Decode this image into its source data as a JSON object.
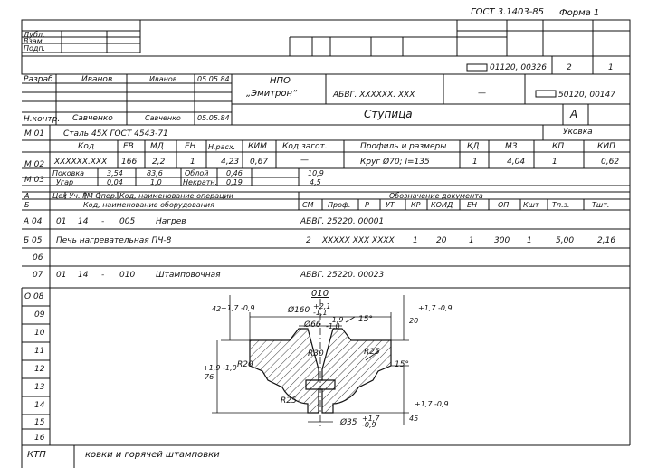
{
  "header": {
    "standard": "ГОСТ 3.1403-85",
    "form": "Форма 1"
  },
  "side_labels": [
    "Дубл.",
    "Взам.",
    "Подп."
  ],
  "doc_codes": {
    "code1": "01120, 00326",
    "sheet": "2",
    "sheets": "1",
    "code2": "50120, 00147"
  },
  "signatures": {
    "developer_label": "Разраб",
    "developer_name": "Иванов",
    "developer_sign": "Иванов",
    "developer_date": "05.05.84",
    "control_label": "Н.контр.",
    "control_name": "Савченко",
    "control_sign": "Савченко",
    "control_date": "05.05.84"
  },
  "company": {
    "line1": "НПО",
    "line2": "„Эмитрон“"
  },
  "doc_number": "АБВГ. XXXXXX. XXX",
  "dash": "—",
  "part_name": "Ступица",
  "litera": "А",
  "m01": {
    "row": "М 01",
    "material": "Сталь 45Х  ГОСТ 4543-71",
    "pack": "Уковка"
  },
  "mat_headers": [
    "Код",
    "ЕВ",
    "МД",
    "ЕН",
    "Н.расх.",
    "КИМ",
    "Код загот.",
    "Профиль и размеры",
    "КД",
    "МЗ",
    "КП",
    "КИП"
  ],
  "m02": {
    "row": "М 02",
    "code": "XXXXXX.XXX",
    "ev": "166",
    "md": "2,2",
    "en": "1",
    "nrash": "4,23",
    "kim": "0,67",
    "kod": "—",
    "profile": "Круг Ø70; l=135",
    "kd": "1",
    "mz": "4,04",
    "kp": "1",
    "kip": "0,62"
  },
  "m03": {
    "row": "М 03",
    "r1": {
      "label": "Поковка",
      "v1": "3,54",
      "v2": "83,6",
      "label2": "Облой",
      "v3": "0,46",
      "v4": "10,9"
    },
    "r2": {
      "label": "Угар",
      "v1": "0,04",
      "v2": "1,0",
      "label2": "Некратн.",
      "v3": "0,19",
      "v4": "4,5"
    }
  },
  "row_a": {
    "label": "А",
    "cols": "Цех  Уч.  РМ  Опер.  Код, наименование операции",
    "doc": "Обозначение  документа"
  },
  "row_b": {
    "label": "Б",
    "equipment": "Код, наименование оборудования",
    "cols": [
      "СМ",
      "Проф.",
      "Р",
      "УТ",
      "КР",
      "КОИД",
      "ЕН",
      "ОП",
      "Кшт",
      "Тп.з.",
      "Тшт."
    ]
  },
  "a04": {
    "row": "А 04",
    "ceh": "01",
    "uch": "14",
    "dash": "-",
    "op": "005",
    "name": "Нагрев",
    "doc": "АБВГ. 25220. 00001"
  },
  "b05": {
    "row": "Б 05",
    "equipment": "Печь нагревательная ПЧ-8",
    "sm": "2",
    "prof": "XXXXX XXX XXXX",
    "kr": "1",
    "koid": "20",
    "en": "1",
    "op": "300",
    "kst": "1",
    "tpz": "5,00",
    "tsht": "2,16"
  },
  "r06": {
    "row": "06"
  },
  "r07": {
    "row": "07",
    "ceh": "01",
    "uch": "14",
    "dash": "-",
    "op": "010",
    "name": "Штамповочная",
    "doc": "АБВГ. 25220. 00023"
  },
  "sketch_rows": [
    "О 08",
    "09",
    "10",
    "11",
    "12",
    "13",
    "14",
    "15",
    "16"
  ],
  "sketch": {
    "op_num": "010",
    "d160": "Ø160",
    "d160_tol_up": "+2,1",
    "d160_tol_dn": "-1,1",
    "d66": "Ø66",
    "d66_tol_up": "+1,9",
    "d66_tol_dn": "-1,0",
    "angle_top": "15°",
    "angle_side": "15°",
    "r30": "R30",
    "r25a": "R25",
    "r20": "R20",
    "r25b": "R25",
    "h42": "42",
    "h42_tol": "+1,7 -0,9",
    "h20": "20",
    "h20_tol": "+1,7 -0,9",
    "h76": "76",
    "h76_tol": "+1,9 -1,0",
    "h45": "45",
    "h45_tol": "+1,7 -0,9",
    "d35": "Ø35",
    "d35_tol_up": "+1,7",
    "d35_tol_dn": "-0,9"
  },
  "footer": {
    "label": "КТП",
    "text": "ковки и горячей штамповки"
  }
}
